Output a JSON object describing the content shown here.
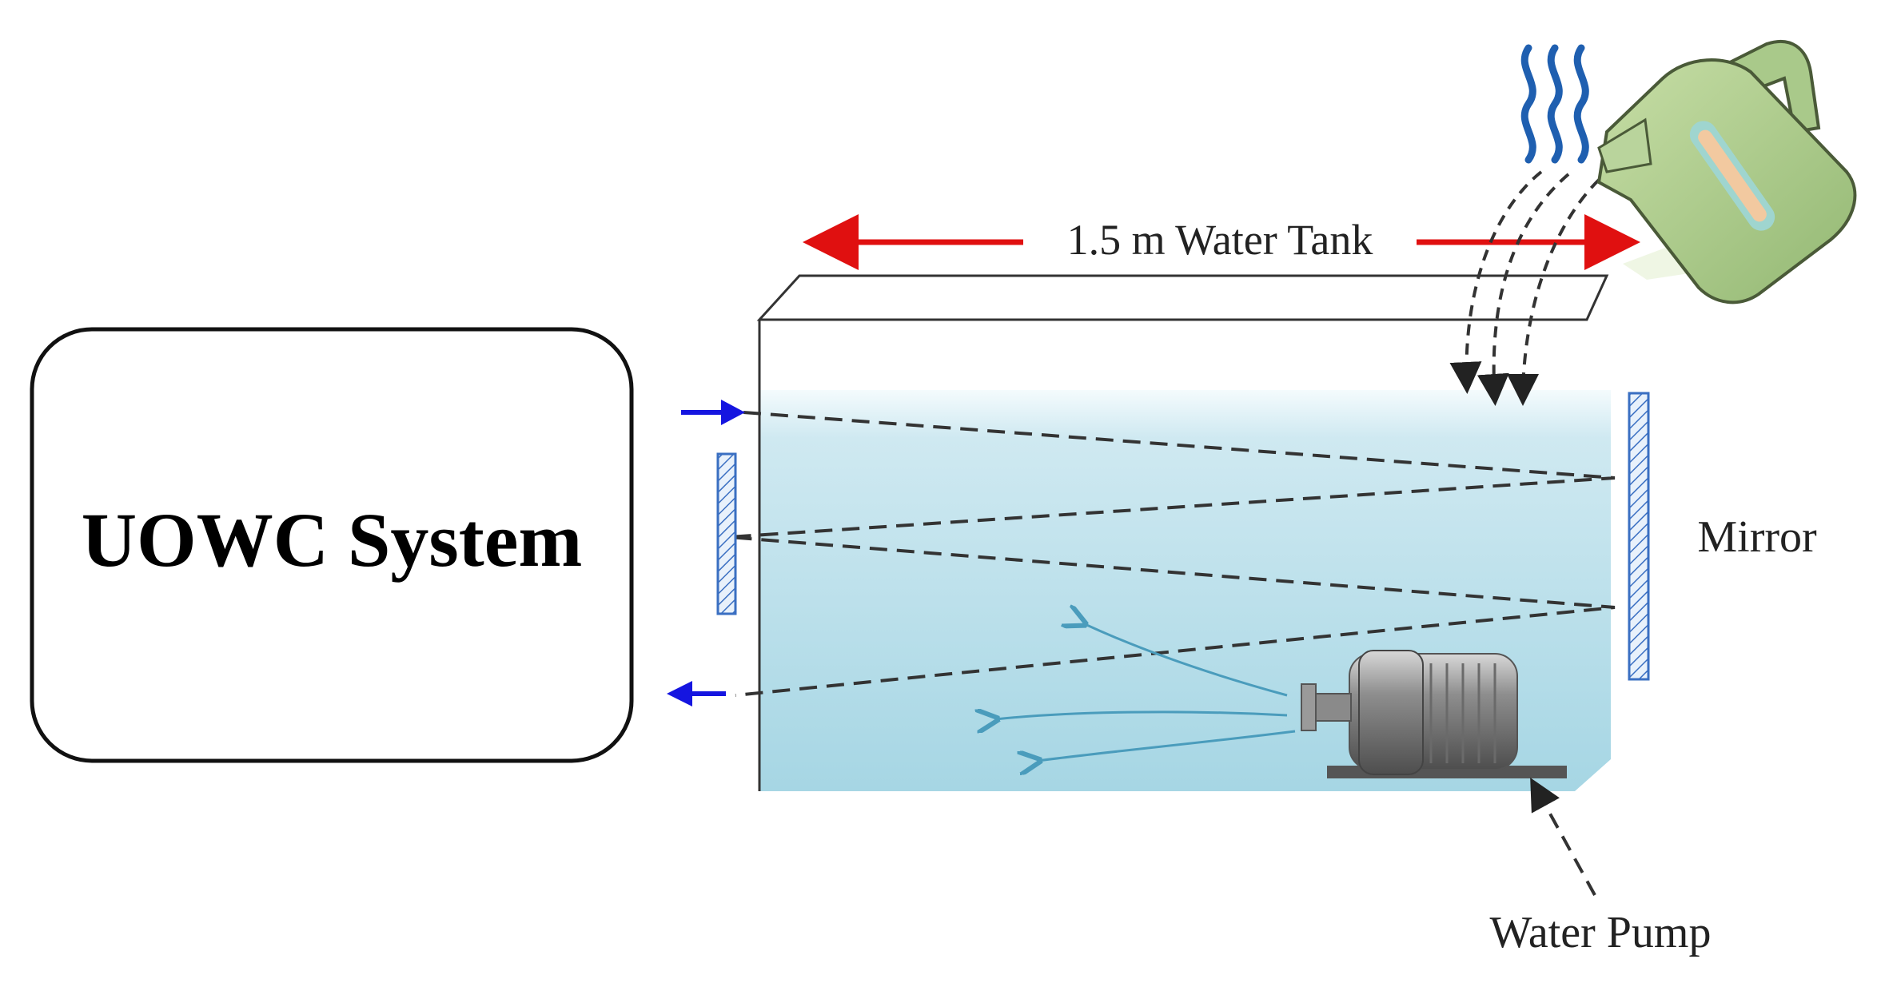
{
  "system_box": {
    "label": "UOWC System"
  },
  "tank": {
    "dimension_label": "1.5 m Water Tank"
  },
  "labels": {
    "mirror": "Mirror",
    "pump": "Water Pump"
  },
  "colors": {
    "water_top": "#e4f4f8",
    "water_bottom": "#a8d7e5",
    "beam_in_arrow": "#1515e0",
    "beam_out_arrow": "#1515e0",
    "dimension_arrow": "#e01010",
    "steam": "#1f5fb0",
    "kettle": "#a9c98a",
    "flow_arrows": "#4a9cbc",
    "pump_body": "#7a7a7a"
  },
  "icons": [
    "kettle-icon",
    "steam-icon",
    "pump-icon",
    "mirror-icon"
  ]
}
